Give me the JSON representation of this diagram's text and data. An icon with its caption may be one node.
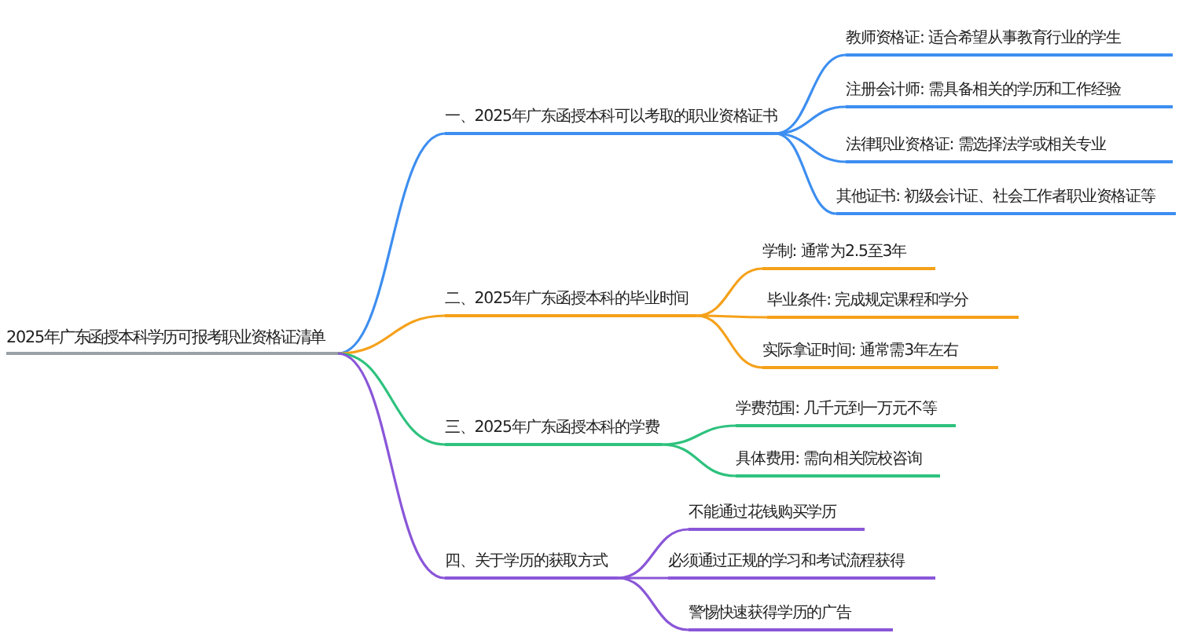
{
  "diagram": {
    "nodes": [
      {
        "text": [
          "2025年广东函授本科学历可报考职业资格证清单"
        ]
      },
      {
        "text": [
          "一、2025年广东函授本科可以考取的职业资格证书"
        ]
      },
      {
        "text": [
          "教师资格证: 适合希望从事教育行业的学生"
        ]
      },
      {
        "text": [
          "注册会计师: 需具备相关的学历和工作经验"
        ]
      },
      {
        "text": [
          "法律职业资格证: 需选择法学或相关专业"
        ]
      },
      {
        "text": [
          "其他证书: 初级会计证、社会工作者职业资格证等"
        ]
      },
      {
        "text": [
          "二、2025年广东函授本科的毕业时间"
        ]
      },
      {
        "text": [
          "学制: 通常为2.5至3年"
        ]
      },
      {
        "text": [
          "毕业条件: 完成规定课程和学分"
        ]
      },
      {
        "text": [
          "实际拿证时间: 通常需3年左右"
        ]
      },
      {
        "text": [
          "三、2025年广东函授本科的学费"
        ]
      },
      {
        "text": [
          "学费范围: 几千元到一万元不等"
        ]
      },
      {
        "text": [
          "具体费用: 需向相关院校咨询"
        ]
      },
      {
        "text": [
          "四、关于学历的获取方式"
        ]
      },
      {
        "text": [
          "不能通过花钱购买学历"
        ]
      },
      {
        "text": [
          "必须通过正规的学习和考试流程获得"
        ]
      },
      {
        "text": [
          "警惕快速获得学历的广告"
        ]
      }
    ],
    "edges": [
      {
        "from": 0,
        "to": 1,
        "arrow": "none",
        "color": "#3d8ef0"
      },
      {
        "from": 1,
        "to": 2,
        "arrow": "none",
        "color": "#3d8ef0"
      },
      {
        "from": 1,
        "to": 3,
        "arrow": "none",
        "color": "#3d8ef0"
      },
      {
        "from": 1,
        "to": 4,
        "arrow": "none",
        "color": "#3d8ef0"
      },
      {
        "from": 1,
        "to": 5,
        "arrow": "none",
        "color": "#3d8ef0"
      },
      {
        "from": 0,
        "to": 6,
        "arrow": "none",
        "color": "#f5a11a"
      },
      {
        "from": 6,
        "to": 7,
        "arrow": "none",
        "color": "#f5a11a"
      },
      {
        "from": 6,
        "to": 8,
        "arrow": "none",
        "color": "#f5a11a"
      },
      {
        "from": 6,
        "to": 9,
        "arrow": "none",
        "color": "#f5a11a"
      },
      {
        "from": 0,
        "to": 10,
        "arrow": "none",
        "color": "#2ec27e"
      },
      {
        "from": 10,
        "to": 11,
        "arrow": "none",
        "color": "#2ec27e"
      },
      {
        "from": 10,
        "to": 12,
        "arrow": "none",
        "color": "#2ec27e"
      },
      {
        "from": 0,
        "to": 13,
        "arrow": "none",
        "color": "#8a56d8"
      },
      {
        "from": 13,
        "to": 14,
        "arrow": "none",
        "color": "#8a56d8"
      },
      {
        "from": 13,
        "to": 15,
        "arrow": "none",
        "color": "#8a56d8"
      },
      {
        "from": 13,
        "to": 16,
        "arrow": "none",
        "color": "#8a56d8"
      }
    ]
  }
}
